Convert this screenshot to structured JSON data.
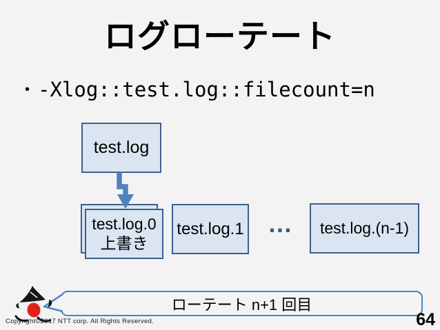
{
  "slide": {
    "title": "ログローテート",
    "bullet_marker": "•",
    "bullet_text": "-Xlog::test.log::filecount=n",
    "footer_copyright": "Copyright©2017 NTT corp. All Rights Reserved.",
    "page_number": "64"
  },
  "diagram": {
    "current_log_box": "test.log",
    "rotated_box_line1": "test.log.0",
    "rotated_box_line2": "上書き",
    "second_box": "test.log.1",
    "ellipsis": "…",
    "last_box": "test.log.(n-1)",
    "callout_text": "ローテート n+1 回目"
  },
  "colors": {
    "background": "#f3f3f4",
    "box_fill": "#dbe5f1",
    "box_border": "#3a5f8c",
    "arrow_blue": "#4f81bd",
    "callout_border": "#4f81bd",
    "mascot_red": "#e32219",
    "text": "#000000"
  }
}
